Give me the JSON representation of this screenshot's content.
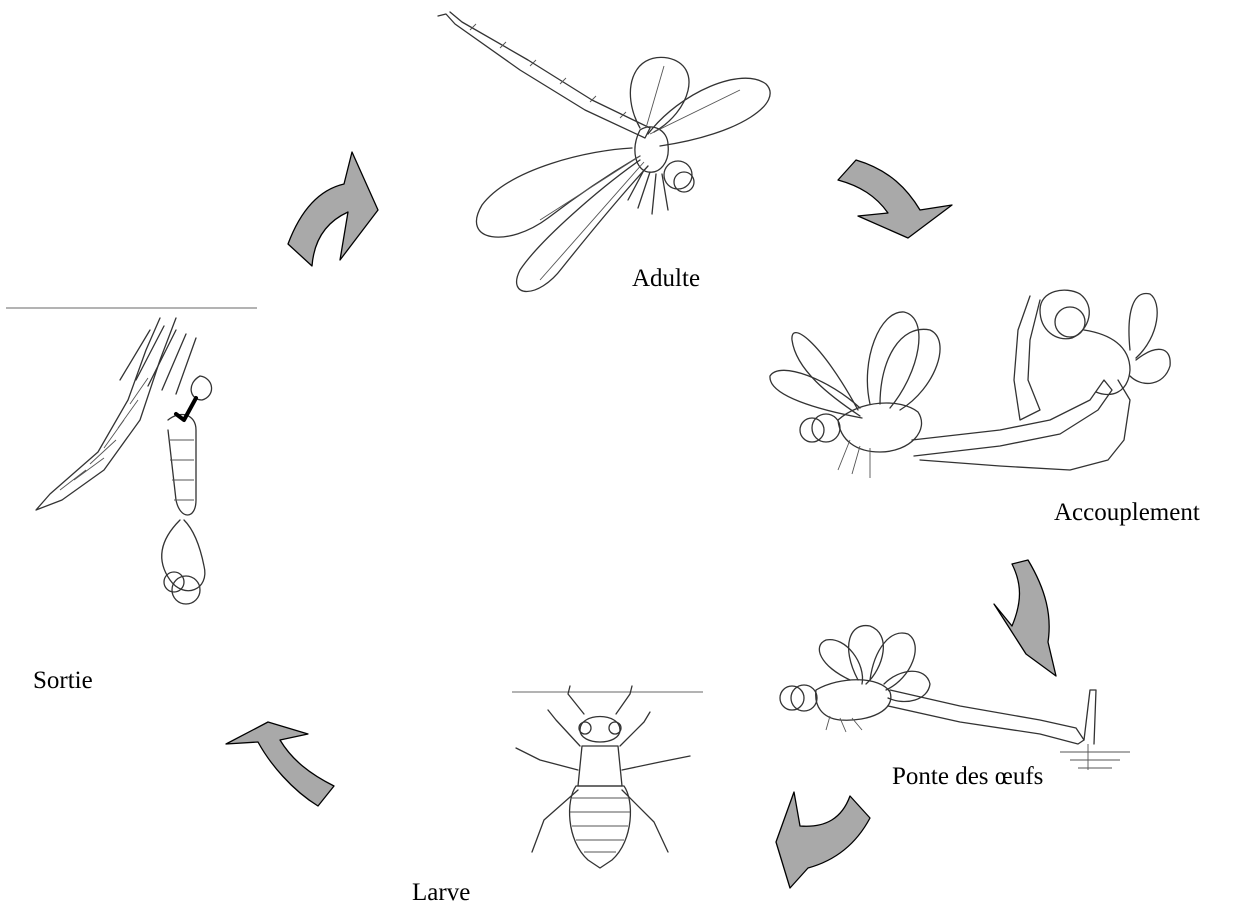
{
  "stages": {
    "adult": "Adulte",
    "mating": "Accouplement",
    "egg_laying": "Ponte des œufs",
    "larva": "Larve",
    "emergence": "Sortie"
  },
  "colors": {
    "arrow_fill": "#a9a9a9",
    "arrow_stroke": "#000000",
    "drawing_stroke": "#333333",
    "water_line": "#9a9a9a"
  }
}
